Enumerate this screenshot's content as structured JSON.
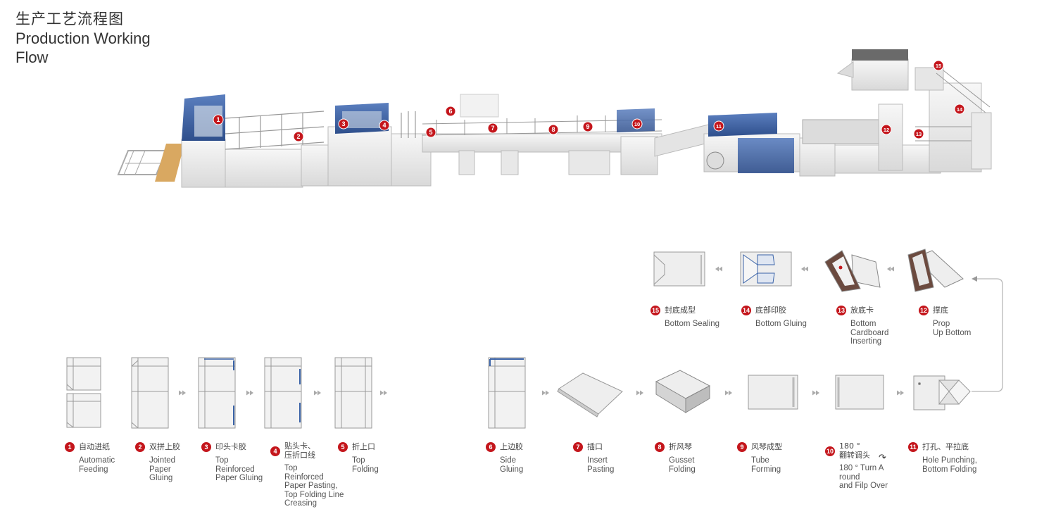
{
  "title": {
    "zh": "生产工艺流程图",
    "en_line1": "Production Working",
    "en_line2": "Flow"
  },
  "colors": {
    "badge": "#c4161c",
    "machine_blue": "#3a63a8",
    "arrow": "#bbbbbb"
  },
  "machine_markers": [
    "1",
    "2",
    "3",
    "4",
    "5",
    "6",
    "7",
    "8",
    "9",
    "10",
    "11",
    "12",
    "13",
    "14",
    "15"
  ],
  "steps": [
    {
      "num": "1",
      "zh": "自动进纸",
      "en": "Automatic\nFeeding"
    },
    {
      "num": "2",
      "zh": "双拼上胶",
      "en": "Jointed\nPaper\nGluing"
    },
    {
      "num": "3",
      "zh": "印头卡胶",
      "en": "Top\nReinforced\nPaper Gluing"
    },
    {
      "num": "4",
      "zh": "贴头卡、\n压折口线",
      "en": "Top\nReinforced\nPaper Pasting,\nTop Folding Line\nCreasing"
    },
    {
      "num": "5",
      "zh": "折上口",
      "en": "Top\nFolding"
    },
    {
      "num": "6",
      "zh": "上边胶",
      "en": "Side\nGluing"
    },
    {
      "num": "7",
      "zh": "插口",
      "en": "Insert\nPasting"
    },
    {
      "num": "8",
      "zh": "折风琴",
      "en": "Gusset\nFolding"
    },
    {
      "num": "9",
      "zh": "风琴成型",
      "en": "Tube\nForming"
    },
    {
      "num": "10",
      "zh": "180 °\n翻转调头",
      "en": "180 ° Turn A\nround\nand Filp Over"
    },
    {
      "num": "11",
      "zh": "打孔、平拉底",
      "en": "Hole Punching,\nBottom Folding"
    },
    {
      "num": "12",
      "zh": "撑底",
      "en": "Prop\nUp Bottom"
    },
    {
      "num": "13",
      "zh": "放底卡",
      "en": "Bottom\nCardboard\nInserting"
    },
    {
      "num": "14",
      "zh": "底部印胶",
      "en": "Bottom Gluing"
    },
    {
      "num": "15",
      "zh": "封底成型",
      "en": "Bottom Sealing"
    }
  ]
}
